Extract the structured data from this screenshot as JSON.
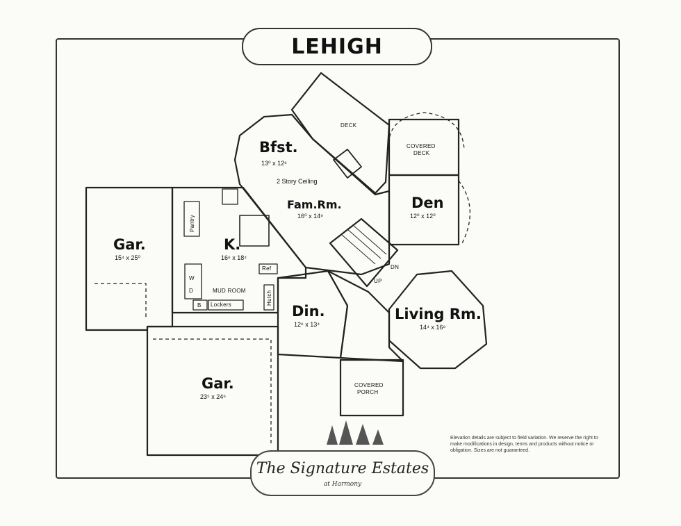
{
  "title": "LEHIGH",
  "rooms": {
    "deck": {
      "name": "DECK"
    },
    "covered_deck": {
      "line1": "COVERED",
      "line2": "DECK"
    },
    "bfst": {
      "name": "Bfst.",
      "dims": "13⁰ x 12⁶"
    },
    "two_story": {
      "text": "2 Story Ceiling"
    },
    "fam": {
      "name": "Fam.Rm.",
      "dims": "16⁰ x 14⁹"
    },
    "den": {
      "name": "Den",
      "dims": "12⁰ x 12⁰"
    },
    "garage1": {
      "name": "Gar.",
      "dims": "15⁴ x 25⁰"
    },
    "kitchen": {
      "name": "K.",
      "dims": "16⁶ x 18⁴"
    },
    "pantry": {
      "name": "Pantry"
    },
    "mud": {
      "name": "MUD ROOM"
    },
    "lockers": {
      "name": "Lockers"
    },
    "bench": {
      "name": "B"
    },
    "washer": {
      "name": "W"
    },
    "dryer": {
      "name": "D"
    },
    "ref": {
      "name": "Ref"
    },
    "hutch": {
      "name": "Hutch"
    },
    "din": {
      "name": "Din.",
      "dims": "12⁶ x 13⁴"
    },
    "living": {
      "name": "Living Rm.",
      "dims": "14⁴ x 16⁸"
    },
    "porch": {
      "line1": "COVERED",
      "line2": "PORCH"
    },
    "garage2": {
      "name": "Gar.",
      "dims": "23⁵ x 24⁶"
    },
    "stair_up": {
      "text": "UP"
    },
    "stair_dn": {
      "text": "DN"
    }
  },
  "disclaimer": "Elevation details are subject to field variation. We reserve the right to make modifications in design, terms and products without notice or obligation. Sizes are not guaranteed.",
  "brand": {
    "name": "The Signature Estates",
    "sub": "at Harmony"
  }
}
